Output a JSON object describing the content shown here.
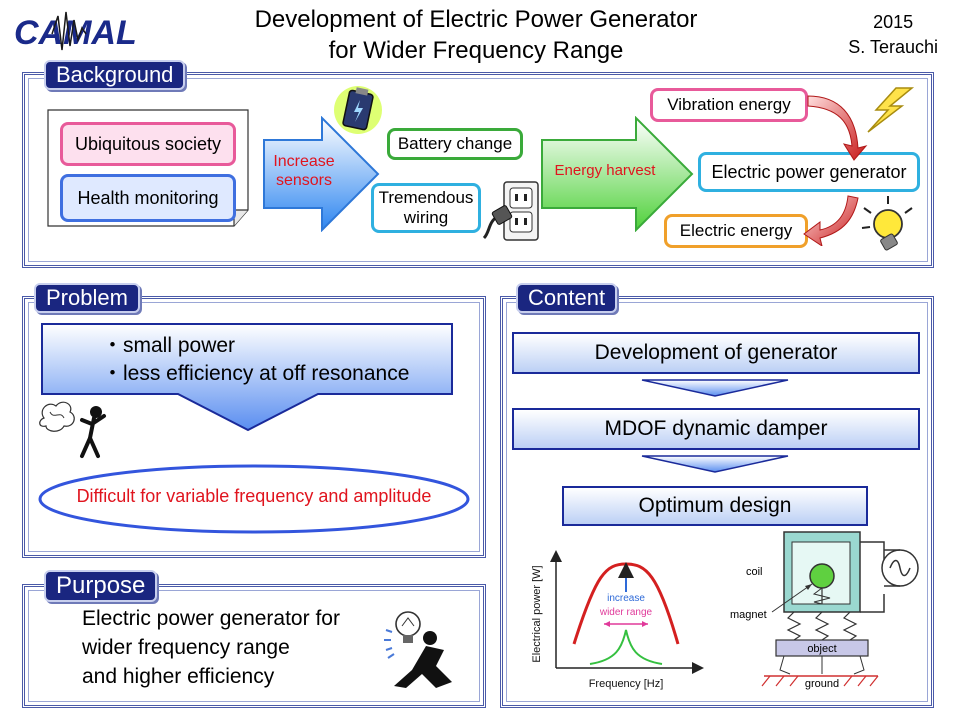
{
  "header": {
    "logo_text": "CAMAL",
    "title_line1": "Development of Electric Power Generator",
    "title_line2": "for Wider Frequency Range",
    "year": "2015",
    "author": "S. Terauchi"
  },
  "background": {
    "tab_label": "Background",
    "society_label": "Ubiquitous society",
    "health_label": "Health monitoring",
    "increase_sensors_line1": "Increase",
    "increase_sensors_line2": "sensors",
    "battery_change_label": "Battery change",
    "wiring_line1": "Tremendous",
    "wiring_line2": "wiring",
    "energy_harvest_label": "Energy harvest",
    "vibration_energy_label": "Vibration energy",
    "generator_label": "Electric power generator",
    "electric_energy_label": "Electric energy"
  },
  "problem": {
    "tab_label": "Problem",
    "bullet1": "・small power",
    "bullet2": "・less efficiency at off resonance",
    "conclusion": "Difficult for variable frequency and amplitude"
  },
  "purpose": {
    "tab_label": "Purpose",
    "line1": "Electric power generator for",
    "line2": "wider frequency range",
    "line3": "and higher efficiency"
  },
  "content": {
    "tab_label": "Content",
    "step1": "Development of generator",
    "step2": "MDOF dynamic damper",
    "step3": "Optimum design",
    "graph_ylabel": "Electrical power [W]",
    "graph_xlabel": "Frequency [Hz]",
    "graph_increase": "increase",
    "graph_wider": "wider range",
    "model_coil": "coil",
    "model_magnet": "magnet",
    "model_object": "object",
    "model_ground": "ground"
  },
  "colors": {
    "tab_bg": "#1a2680",
    "panel_border": "#4a5aa8",
    "arrow_blue": "#2e86f0",
    "arrow_green": "#4fd13a",
    "accent_red": "#e0141e",
    "curve_red": "#d42020",
    "curve_green": "#35c040"
  }
}
